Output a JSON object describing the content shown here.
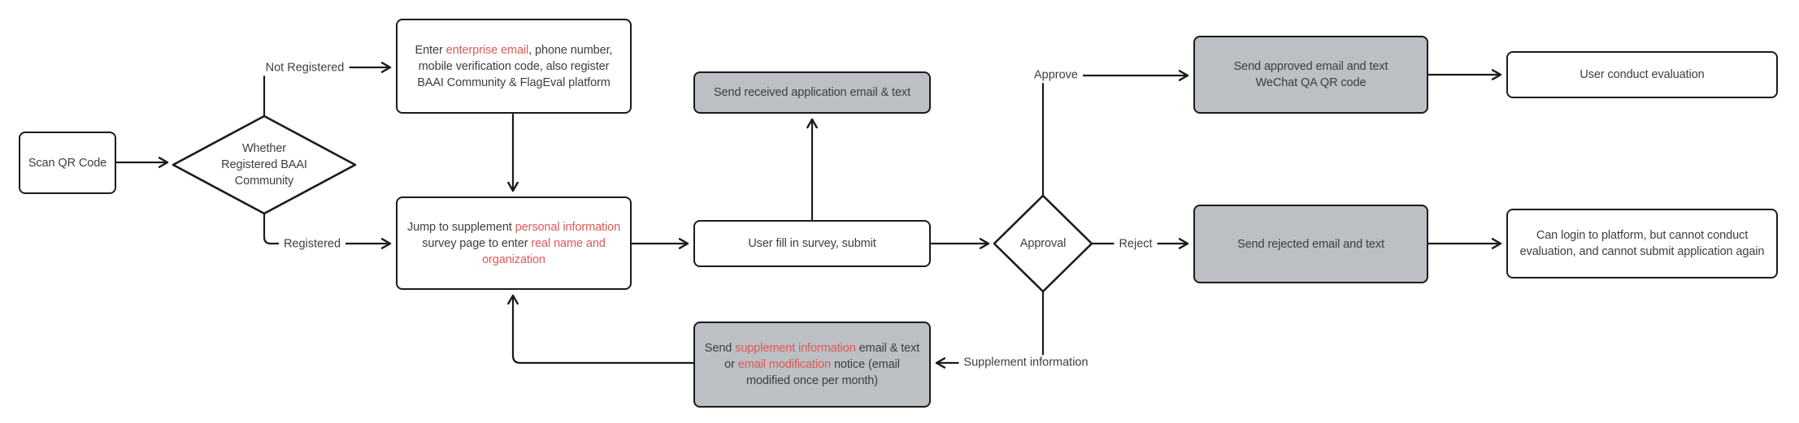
{
  "flowchart": {
    "nodes": {
      "scan_qr": {
        "label": "Scan QR Code"
      },
      "whether_registered": {
        "label": "Whether\nRegistered BAAI\nCommunity"
      },
      "enter_email": {
        "part1": "Enter ",
        "highlight1": "enterprise email",
        "part2": ", phone number, mobile verification code, also register BAAI Community & FlagEval platform"
      },
      "jump_supplement": {
        "part1": "Jump to supplement ",
        "highlight1": "personal information",
        "part2": " survey page to enter ",
        "highlight2": "real name and organization"
      },
      "received": {
        "label": "Send received application email & text"
      },
      "survey": {
        "label": "User fill in survey, submit"
      },
      "approval": {
        "label": "Approval"
      },
      "approved": {
        "label": "Send approved email and text\nWeChat QA QR code"
      },
      "evaluation": {
        "label": "User conduct evaluation"
      },
      "rejected": {
        "label": "Send rejected email and text"
      },
      "login_limited": {
        "label": "Can login to platform, but cannot conduct evaluation, and cannot submit application again"
      },
      "supplement_notice": {
        "part1": "Send ",
        "highlight1": "supplement information",
        "part2": " email & text or ",
        "highlight2": "email modification",
        "part3": " notice (email modified once per month)"
      }
    },
    "edge_labels": {
      "not_registered": "Not Registered",
      "registered": "Registered",
      "approve": "Approve",
      "reject": "Reject",
      "supplement_information": "Supplement information"
    },
    "colors": {
      "highlight_text": "#dd5a56",
      "box_fill_white": "#ffffff",
      "box_fill_gray": "#bcbfc3",
      "border": "#1b1b1b",
      "text": "#3a3e43"
    }
  }
}
